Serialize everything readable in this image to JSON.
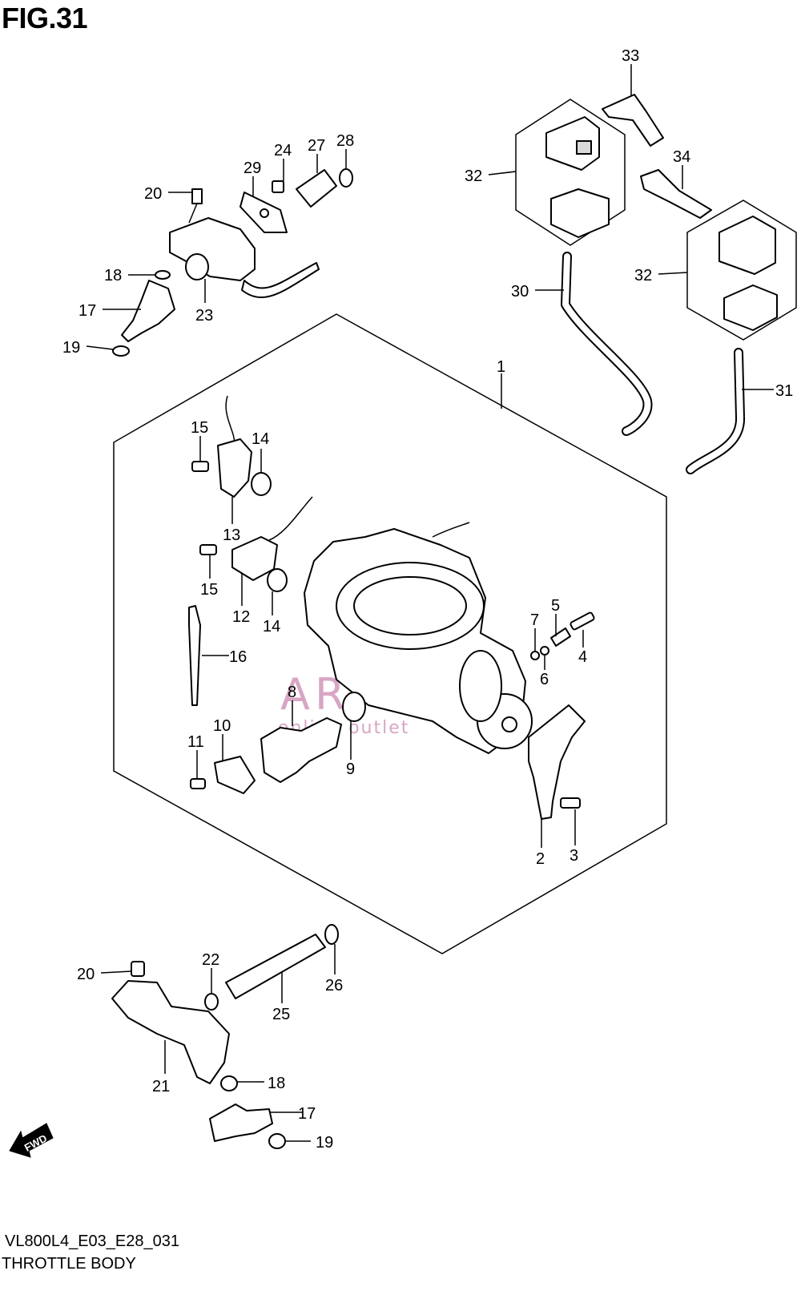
{
  "figure": {
    "title": "FIG.31",
    "model_code": "VL800L4_E03_E28_031",
    "section_name": "THROTTLE BODY"
  },
  "watermark": {
    "brand": "ARMADA",
    "tagline": "online outlet"
  },
  "direction_label": "FWD",
  "callouts": [
    {
      "id": "c1",
      "label": "1"
    },
    {
      "id": "c2",
      "label": "2"
    },
    {
      "id": "c3",
      "label": "3"
    },
    {
      "id": "c4",
      "label": "4"
    },
    {
      "id": "c5",
      "label": "5"
    },
    {
      "id": "c6",
      "label": "6"
    },
    {
      "id": "c7",
      "label": "7"
    },
    {
      "id": "c8",
      "label": "8"
    },
    {
      "id": "c9",
      "label": "9"
    },
    {
      "id": "c10",
      "label": "10"
    },
    {
      "id": "c11",
      "label": "11"
    },
    {
      "id": "c12",
      "label": "12"
    },
    {
      "id": "c13",
      "label": "13"
    },
    {
      "id": "c14a",
      "label": "14"
    },
    {
      "id": "c14b",
      "label": "14"
    },
    {
      "id": "c15a",
      "label": "15"
    },
    {
      "id": "c15b",
      "label": "15"
    },
    {
      "id": "c16",
      "label": "16"
    },
    {
      "id": "c17a",
      "label": "17"
    },
    {
      "id": "c17b",
      "label": "17"
    },
    {
      "id": "c18a",
      "label": "18"
    },
    {
      "id": "c18b",
      "label": "18"
    },
    {
      "id": "c19a",
      "label": "19"
    },
    {
      "id": "c19b",
      "label": "19"
    },
    {
      "id": "c20a",
      "label": "20"
    },
    {
      "id": "c20b",
      "label": "20"
    },
    {
      "id": "c21",
      "label": "21"
    },
    {
      "id": "c22",
      "label": "22"
    },
    {
      "id": "c23",
      "label": "23"
    },
    {
      "id": "c24",
      "label": "24"
    },
    {
      "id": "c25",
      "label": "25"
    },
    {
      "id": "c26",
      "label": "26"
    },
    {
      "id": "c27",
      "label": "27"
    },
    {
      "id": "c28",
      "label": "28"
    },
    {
      "id": "c29",
      "label": "29"
    },
    {
      "id": "c30",
      "label": "30"
    },
    {
      "id": "c31",
      "label": "31"
    },
    {
      "id": "c32a",
      "label": "32"
    },
    {
      "id": "c32b",
      "label": "32"
    },
    {
      "id": "c33",
      "label": "33"
    },
    {
      "id": "c34",
      "label": "34"
    }
  ]
}
